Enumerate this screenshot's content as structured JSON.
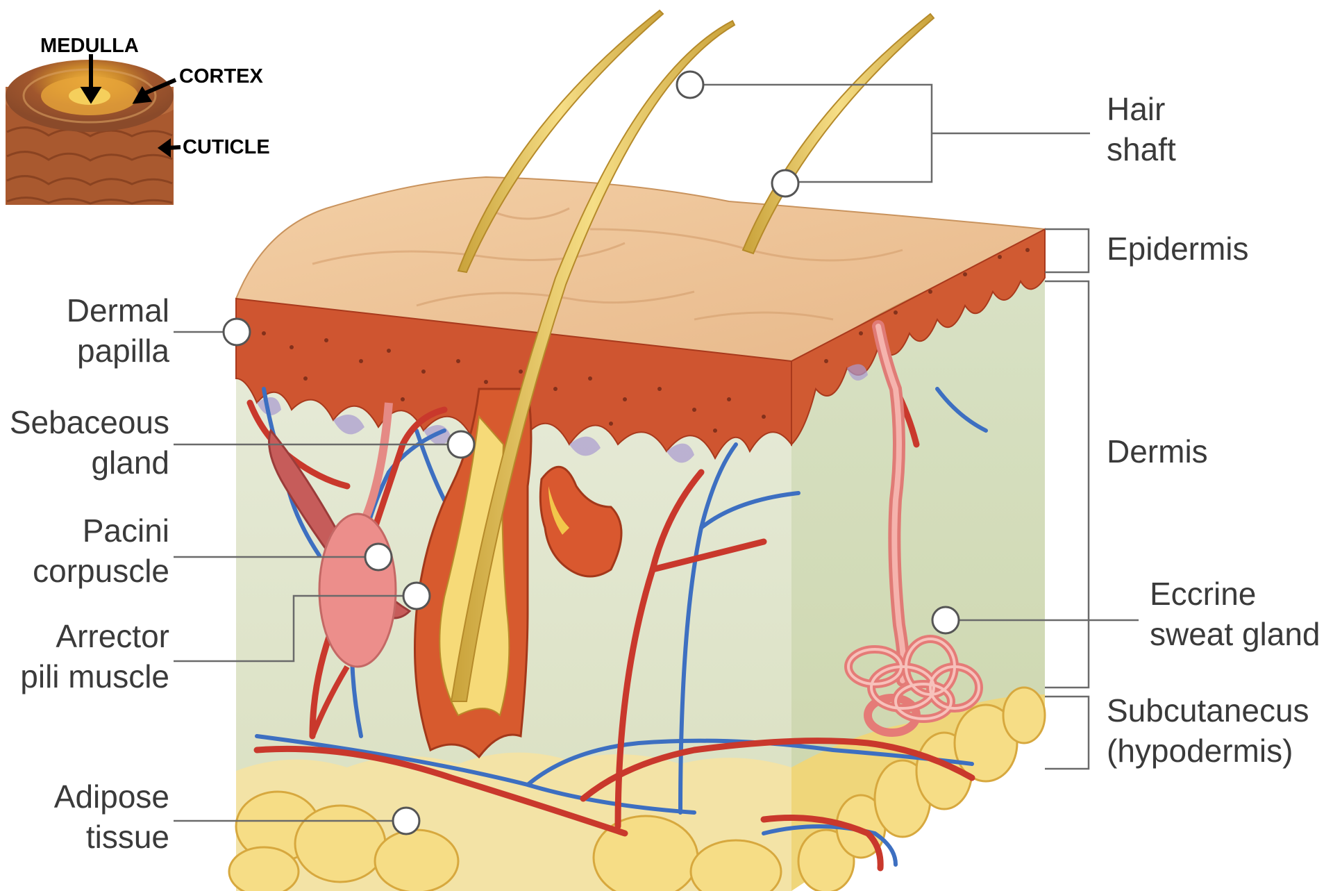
{
  "inset": {
    "medulla": "MEDULLA",
    "cortex": "CORTEX",
    "cuticle": "CUTICLE"
  },
  "labels": {
    "hair_shaft": [
      "Hair",
      "shaft"
    ],
    "epidermis": "Epidermis",
    "dermis": "Dermis",
    "eccrine_sweat_gland": [
      "Eccrine",
      "sweat gland"
    ],
    "subcutaneous": [
      "Subcutanecus",
      "(hypodermis)"
    ],
    "dermal_papilla": [
      "Dermal",
      "papilla"
    ],
    "sebaceous_gland": [
      "Sebaceous",
      "gland"
    ],
    "pacini_corpuscle": [
      "Pacini",
      "corpuscle"
    ],
    "arrector_pili_muscle": [
      "Arrector",
      "pili muscle"
    ],
    "adipose_tissue": [
      "Adipose",
      "tissue"
    ]
  },
  "colors": {
    "surface": "#eec59a",
    "epidermis": "#d2552f",
    "dermis": "#dfe6cf",
    "fat": "#f3d774",
    "artery": "#c9382c",
    "vein": "#3d6fc1",
    "hair": "#e3c15a",
    "gland": "#ec8b85",
    "leader": "#666666"
  }
}
